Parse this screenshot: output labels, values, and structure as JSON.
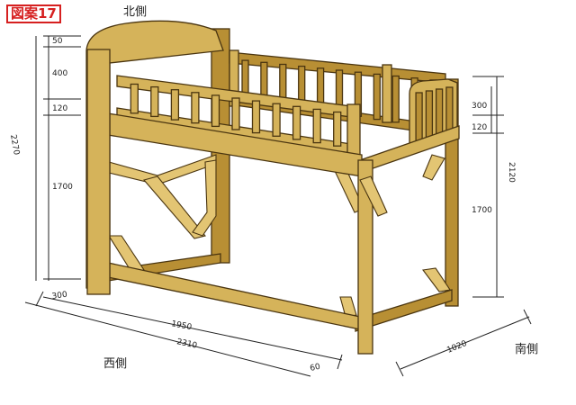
{
  "badge": "図案17",
  "labels": {
    "north": "北側",
    "west": "西側",
    "south": "南側"
  },
  "left_dims": {
    "d1": "50",
    "d2": "400",
    "d3": "120",
    "d4": "1700",
    "total": "2270"
  },
  "right_dims": {
    "d1": "300",
    "d2": "120",
    "d3": "1700",
    "total": "2120"
  },
  "bottom_dims": {
    "post_left": "300",
    "inner": "1950",
    "overall": "2310",
    "post_right": "60",
    "depth": "1020"
  },
  "colors": {
    "badge_red": "#d62020",
    "wood": "#d5b35a",
    "wood_dark": "#b88f34",
    "outline": "#4a3510"
  }
}
